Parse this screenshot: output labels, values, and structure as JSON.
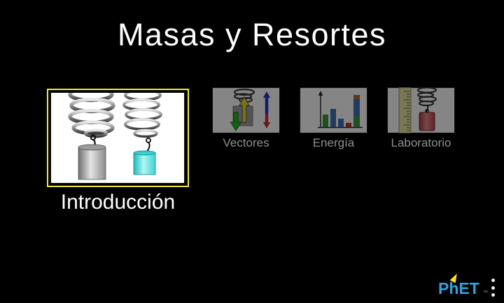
{
  "title": {
    "text": "Masas y Resortes"
  },
  "screens": [
    {
      "id": "introduccion",
      "label": "Introducción",
      "selected": true,
      "icon": "two-springs-with-masses-thumbnail"
    },
    {
      "id": "vectores",
      "label": "Vectores",
      "selected": false,
      "icon": "spring-mass-force-vectors-thumbnail"
    },
    {
      "id": "energia",
      "label": "Energía",
      "selected": false,
      "icon": "energy-bar-graph-thumbnail"
    },
    {
      "id": "laboratorio",
      "label": "Laboratorio",
      "selected": false,
      "icon": "ruler-spring-mass-thumbnail"
    }
  ],
  "footer": {
    "logo_text": "PhET",
    "trademark": "™",
    "menu_icon": "kebab-menu-icon"
  },
  "colors": {
    "background": "#000000",
    "selected_frame_yellow": "#f3e93d",
    "title_text": "#ffffff",
    "selected_label": "#ffffff",
    "unselected_label": "#8f8f8f",
    "phet_blue": "#2fa3dc",
    "phet_yellow": "#fbe119",
    "cyan_mass": "#4fd9d9",
    "red_mass": "#c05454"
  }
}
